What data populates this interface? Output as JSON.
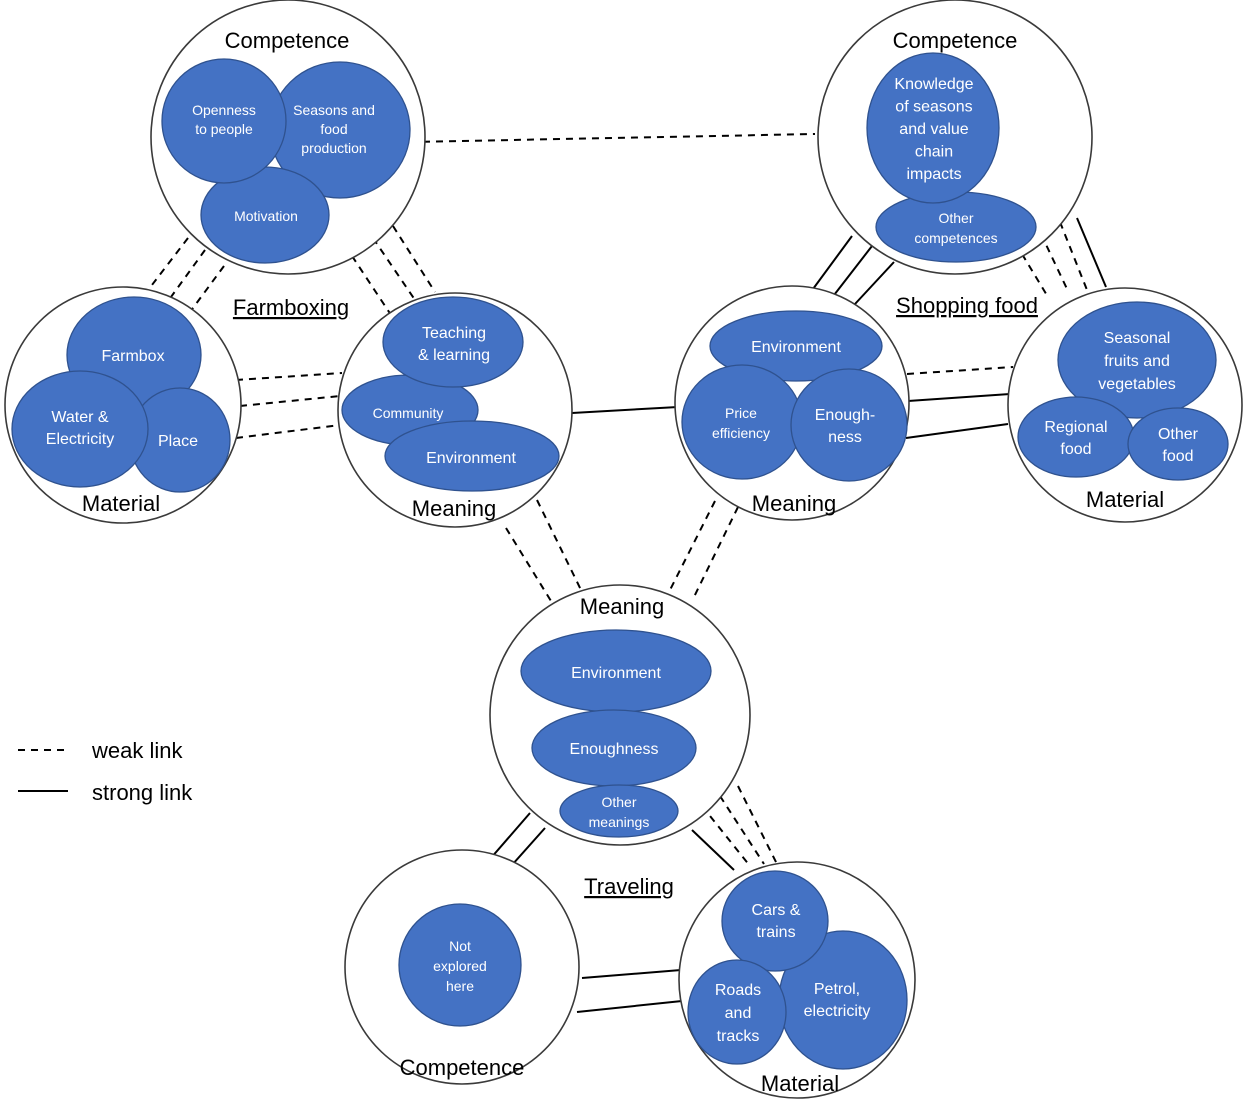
{
  "practices": {
    "farmboxing": "Farmboxing",
    "shopping_food": "Shopping food",
    "traveling": "Traveling"
  },
  "circles": {
    "farm_competence": "Competence",
    "farm_material": "Material",
    "farm_meaning": "Meaning",
    "shop_competence": "Competence",
    "shop_meaning": "Meaning",
    "shop_material": "Material",
    "travel_meaning": "Meaning",
    "travel_competence": "Competence",
    "travel_material": "Material"
  },
  "elements": {
    "openness": [
      "Openness",
      "to people"
    ],
    "seasons_food": [
      "Seasons and",
      "food",
      "production"
    ],
    "motivation": [
      "Motivation"
    ],
    "farmbox": [
      "Farmbox"
    ],
    "water": [
      "Water &",
      "Electricity"
    ],
    "place": [
      "Place"
    ],
    "teaching": [
      "Teaching",
      "& learning"
    ],
    "community": [
      "Community"
    ],
    "farm_environment": [
      "Environment"
    ],
    "knowledge": [
      "Knowledge",
      "of seasons",
      "and value",
      "chain",
      "impacts"
    ],
    "other_competences": [
      "Other",
      "competences"
    ],
    "shop_environment": [
      "Environment"
    ],
    "price": [
      "Price",
      "efficiency"
    ],
    "enoughness_shop": [
      "Enough-",
      "ness"
    ],
    "seasonal": [
      "Seasonal",
      "fruits and",
      "vegetables"
    ],
    "regional": [
      "Regional",
      "food"
    ],
    "other_food": [
      "Other",
      "food"
    ],
    "travel_environment": [
      "Environment"
    ],
    "enoughness_travel": [
      "Enoughness"
    ],
    "other_meanings": [
      "Other",
      "meanings"
    ],
    "not_explored": [
      "Not",
      "explored",
      "here"
    ],
    "cars": [
      "Cars &",
      "trains"
    ],
    "roads": [
      "Roads",
      "and",
      "tracks"
    ],
    "petrol": [
      "Petrol,",
      "electricity"
    ]
  },
  "legend": {
    "weak": "weak link",
    "strong": "strong link"
  },
  "colors": {
    "blob_fill": "#4472c4",
    "blob_stroke": "#2f528f",
    "circle_stroke": "#3a3a3a"
  }
}
